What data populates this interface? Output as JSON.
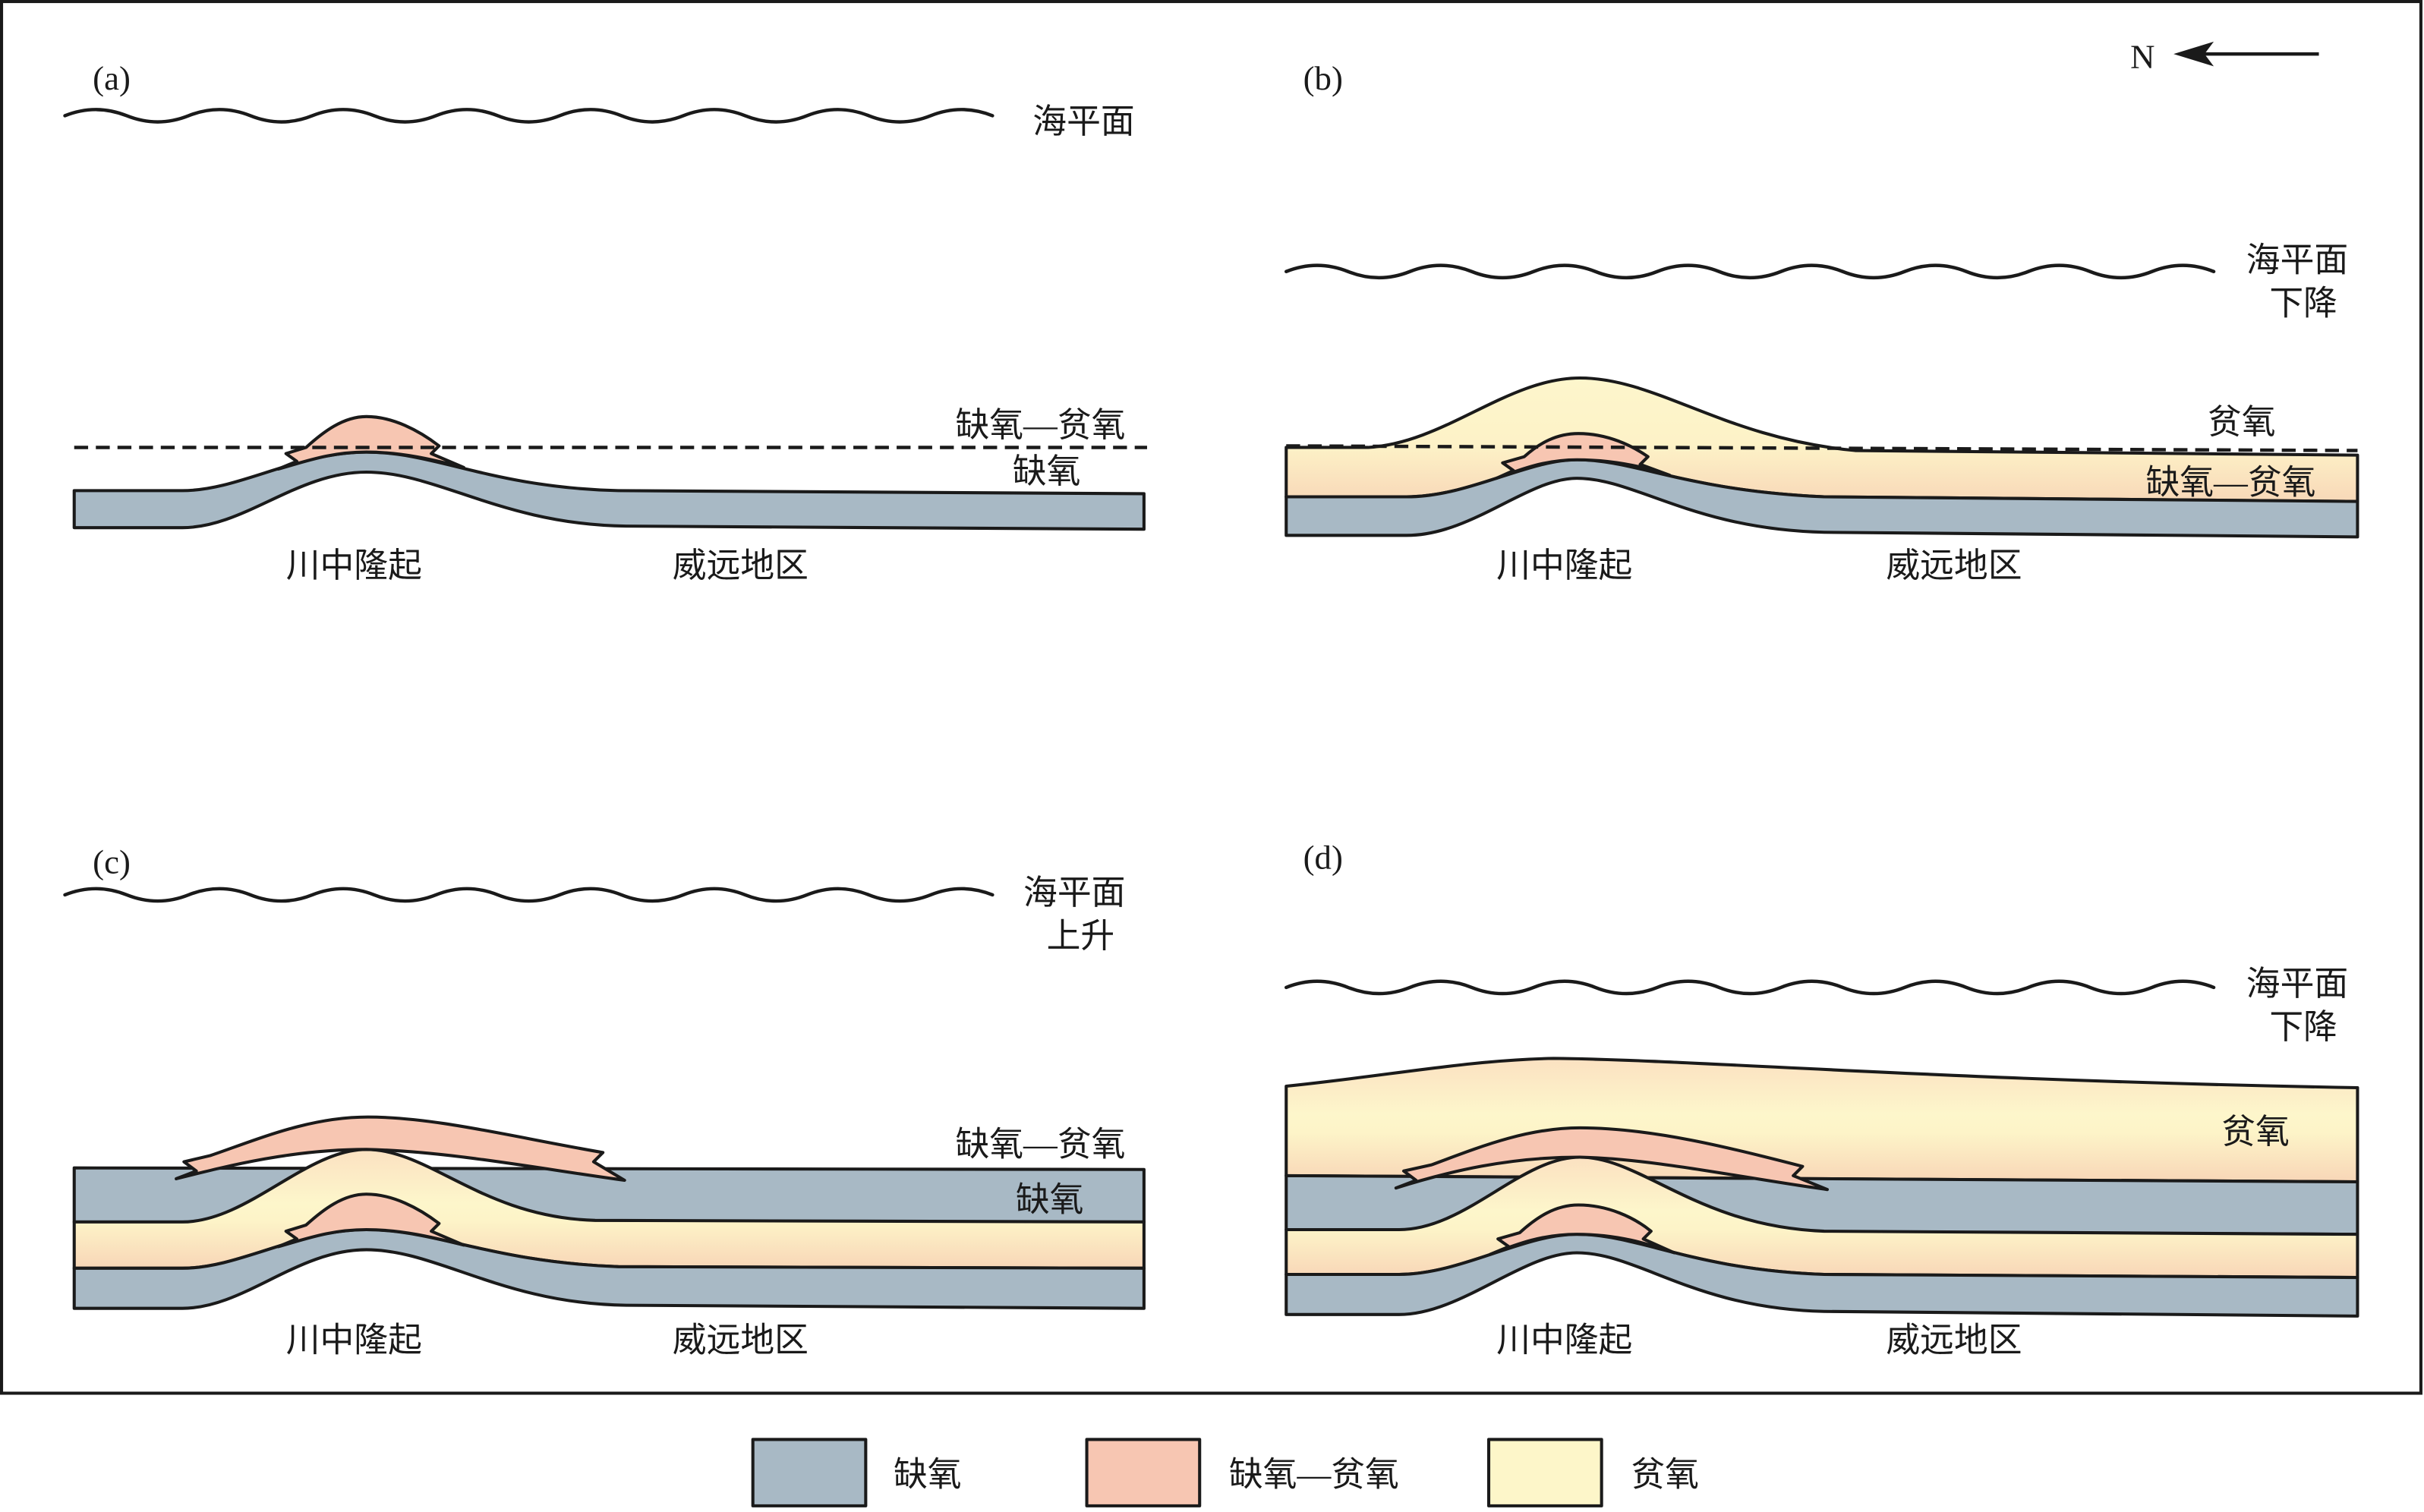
{
  "compass": {
    "north_label": "N"
  },
  "panels": {
    "a": {
      "label": "(a)",
      "sea_level": {
        "line1": "海平面"
      },
      "zones": {
        "upper": "缺氧—贫氧",
        "lower": "缺氧"
      },
      "locations": {
        "uplift": "川中隆起",
        "region": "威远地区"
      }
    },
    "b": {
      "label": "(b)",
      "sea_level": {
        "line1": "海平面",
        "line2": "下降"
      },
      "zones": {
        "upper": "贫氧",
        "lower": "缺氧—贫氧"
      },
      "locations": {
        "uplift": "川中隆起",
        "region": "威远地区"
      }
    },
    "c": {
      "label": "(c)",
      "sea_level": {
        "line1": "海平面",
        "line2": "上升"
      },
      "zones": {
        "upper": "缺氧—贫氧",
        "lower": "缺氧"
      },
      "locations": {
        "uplift": "川中隆起",
        "region": "威远地区"
      }
    },
    "d": {
      "label": "(d)",
      "sea_level": {
        "line1": "海平面",
        "line2": "下降"
      },
      "zones": {
        "upper": "贫氧"
      },
      "locations": {
        "uplift": "川中隆起",
        "region": "威远地区"
      }
    }
  },
  "legend": [
    {
      "label": "缺氧",
      "color": "#a8b9c5"
    },
    {
      "label": "缺氧—贫氧",
      "color": "#f7c6b2"
    },
    {
      "label": "贫氧",
      "color": "#fdf6c9"
    }
  ],
  "colors": {
    "outline": "#1a1a1a",
    "background": "#ffffff"
  }
}
